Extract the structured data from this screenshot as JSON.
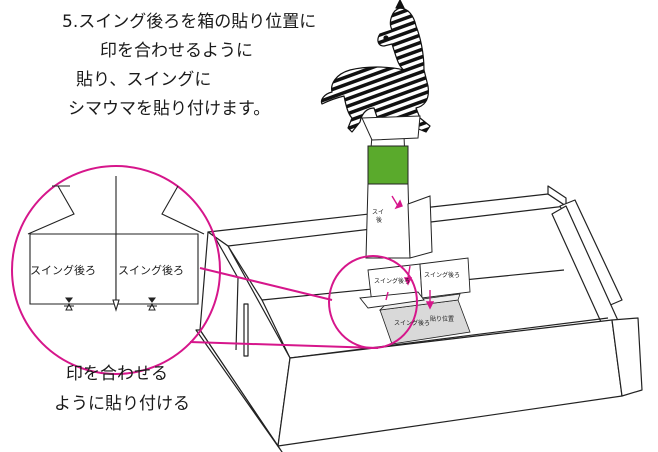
{
  "instructions": {
    "line1": "5.スイング後ろを箱の貼り位置に",
    "line2": "印を合わせるように",
    "line3": "貼り、スイングに",
    "line4": "シマウマを貼り付けます。"
  },
  "caption": {
    "line1": "印を合わせる",
    "line2": "ように貼り付ける"
  },
  "zoom_labels": {
    "left": "スイング後ろ",
    "right": "スイング後ろ"
  },
  "board_labels": {
    "tab_left": "スイング後ろ",
    "tab_right": "スイング後ろ",
    "base_left": "スイング後ろ",
    "base_right": "貼り位置"
  },
  "colors": {
    "accent_magenta": "#d6168b",
    "stick_green": "#5aaa2c",
    "line": "#222222",
    "paper_gray": "#d9d9d9"
  }
}
